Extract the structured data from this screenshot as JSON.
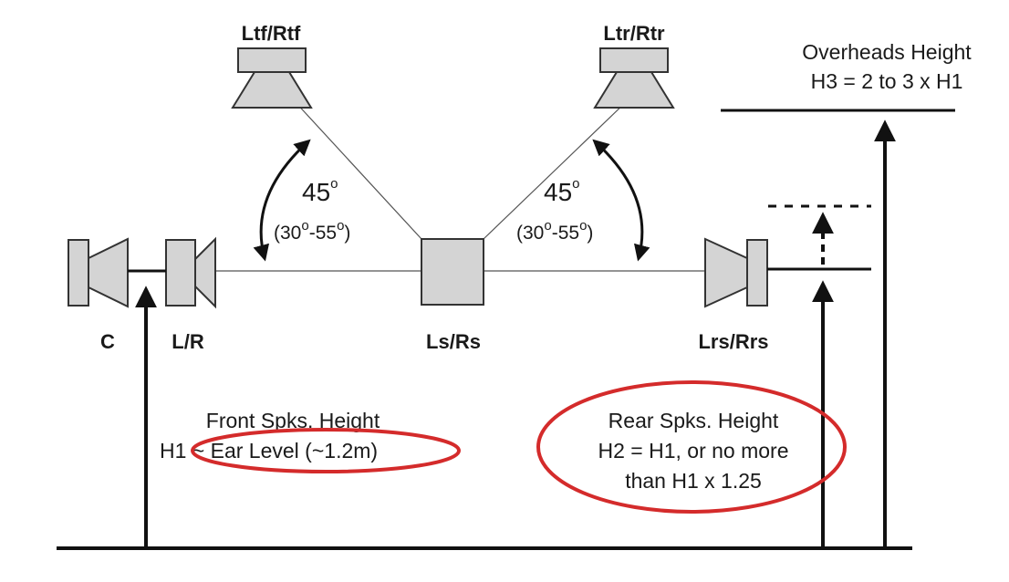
{
  "labels": {
    "ltf_rtf": "Ltf/Rtf",
    "ltr_rtr": "Ltr/Rtr",
    "center": "C",
    "lr": "L/R",
    "ls_rs": "Ls/Rs",
    "lrs_rrs": "Lrs/Rrs"
  },
  "angles": {
    "left": {
      "value": "45",
      "degree": "o",
      "range_open": "(30",
      "range_mid": "-55",
      "range_close": ")"
    },
    "right": {
      "value": "45",
      "degree": "o",
      "range_open": "(30",
      "range_mid": "-55",
      "range_close": ")"
    }
  },
  "notes": {
    "front_line1": "Front Spks. Height",
    "front_line2_prefix": "H1 ~ ",
    "front_line2_circled": "Ear Level (~1.2m)",
    "rear_line1": "Rear Spks. Height",
    "rear_line2": "H2 = H1, or no more",
    "rear_line3": "than H1 x 1.25",
    "overhead_line1": "Overheads Height",
    "overhead_line2": "H3 = 2 to 3 x H1"
  },
  "colors": {
    "highlight_circle": "#d42b2b",
    "speaker_fill": "#d4d4d4",
    "ink": "#111111"
  }
}
